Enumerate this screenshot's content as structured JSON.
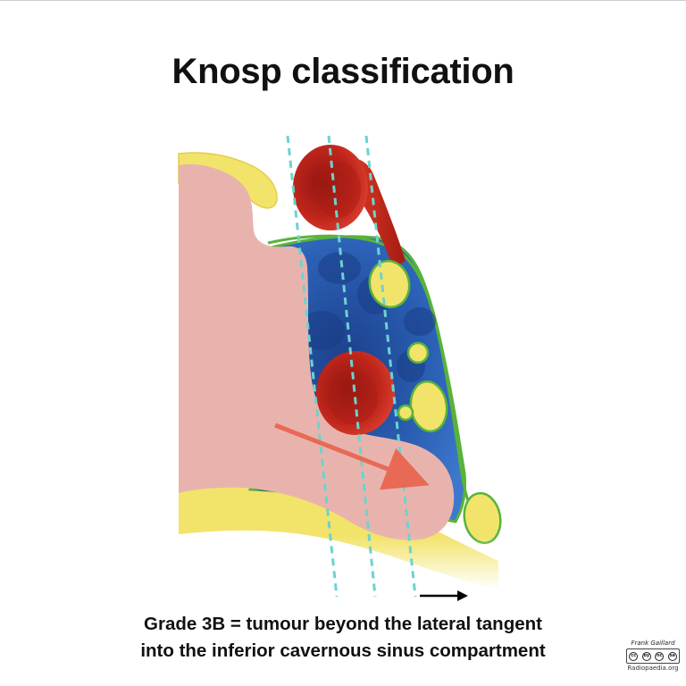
{
  "title": "Knosp classification",
  "caption": {
    "line1": "Grade 3B = tumour beyond the lateral tangent",
    "line2": "into the inferior cavernous sinus compartment"
  },
  "credit": {
    "author": "Frank Gaillard",
    "site": "Radiopaedia.org",
    "license_marks": [
      "cc",
      "by",
      "nc",
      "sa"
    ]
  },
  "colors": {
    "tumour": "#e9b3ad",
    "carotid_artery": "#c0261b",
    "cavernous_sinus_blue": "#2a5fb4",
    "cranial_nerve_yellow": "#f2e36a",
    "dura_green": "#58b33a",
    "tangent_line": "#6cd3cf",
    "arrow_red": "#e86a55"
  },
  "icons": {
    "direction_arrow": "arrow-right-icon",
    "license_badge": "creative-commons-icon"
  }
}
